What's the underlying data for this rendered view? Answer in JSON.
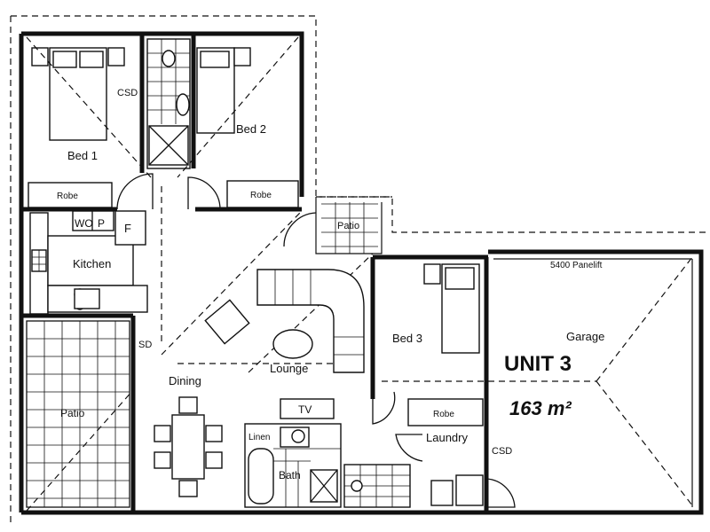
{
  "rooms": {
    "bed1": "Bed 1",
    "bed2": "Bed 2",
    "bed3": "Bed 3",
    "csd": "CSD",
    "robe": "Robe",
    "kitchen": "Kitchen",
    "wo": "WO",
    "p": "P",
    "f": "F",
    "patio": "Patio",
    "sd": "SD",
    "dining": "Dining",
    "lounge": "Lounge",
    "tv": "TV",
    "linen": "Linen",
    "bath": "Bath",
    "laundry": "Laundry",
    "garage": "Garage",
    "panelift": "5400 Panelift"
  },
  "unit": {
    "name": "UNIT 3",
    "area": "163 m²"
  }
}
